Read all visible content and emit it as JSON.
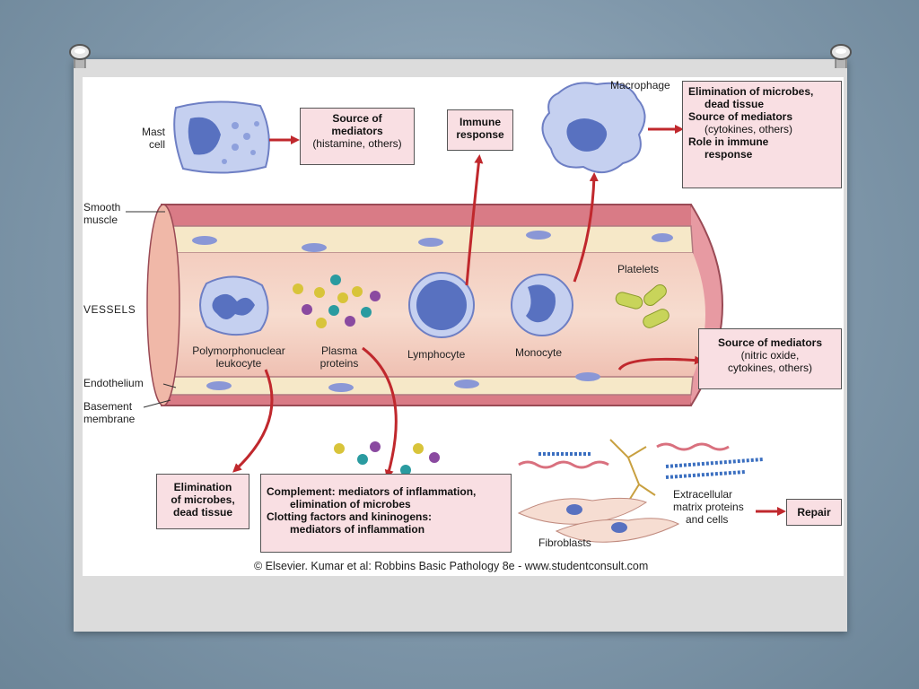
{
  "labels": {
    "mast_cell": [
      "Mast",
      "cell"
    ],
    "macrophage": "Macrophage",
    "smooth_muscle": [
      "Smooth",
      "muscle"
    ],
    "vessels": "VESSELS",
    "platelets": "Platelets",
    "pmn": [
      "Polymorphonuclear",
      "leukocyte"
    ],
    "plasma_proteins": [
      "Plasma",
      "proteins"
    ],
    "lymphocyte": "Lymphocyte",
    "monocyte": "Monocyte",
    "endothelium": "Endothelium",
    "basement_membrane": [
      "Basement",
      "membrane"
    ],
    "ecm": [
      "Extracellular",
      "matrix proteins",
      "and cells"
    ],
    "fibroblasts": "Fibroblasts"
  },
  "boxes": {
    "mast_source": [
      "Source of",
      "mediators",
      "(histamine, others)"
    ],
    "immune_response": [
      "Immune",
      "response"
    ],
    "macrophage_roles": [
      "Elimination of microbes,",
      "dead tissue",
      "Source of mediators",
      "(cytokines, others)",
      "Role in immune",
      "response"
    ],
    "endothelium_source": [
      "Source of mediators",
      "(nitric oxide,",
      "cytokines, others)"
    ],
    "pmn_elimination": [
      "Elimination",
      "of microbes,",
      "dead tissue"
    ],
    "complement": [
      "Complement: mediators of inflammation,",
      "elimination of microbes",
      "Clotting factors and kininogens:",
      "mediators of inflammation"
    ],
    "repair": "Repair"
  },
  "caption": "© Elsevier. Kumar et al: Robbins Basic Pathology 8e - www.studentconsult.com",
  "colors": {
    "arrow": "#c0282d",
    "box_fill": "#f9dfe3",
    "vessel_outer": "#d97b86",
    "vessel_inner": "#f2c3b5",
    "cell": "#a9b9e6",
    "nucleus": "#5871c0"
  }
}
